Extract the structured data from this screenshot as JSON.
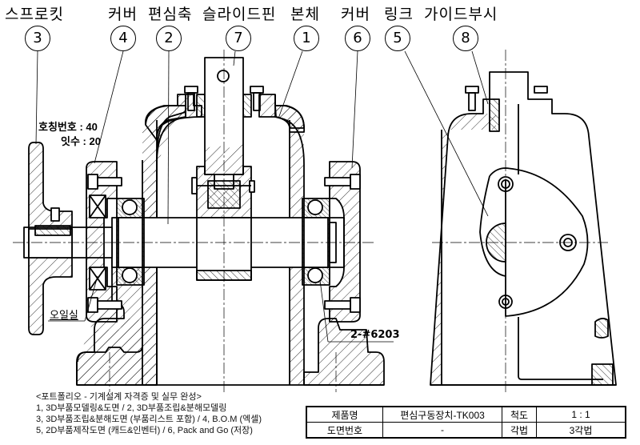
{
  "part_labels": [
    {
      "id": "sprocket",
      "label": "스프로킷",
      "balloon": "3"
    },
    {
      "id": "cover-left",
      "label": "커버",
      "balloon": "4"
    },
    {
      "id": "eccentric-shaft",
      "label": "편심축",
      "balloon": "2"
    },
    {
      "id": "slide-pin",
      "label": "슬라이드핀",
      "balloon": "7"
    },
    {
      "id": "body",
      "label": "본체",
      "balloon": "1"
    },
    {
      "id": "cover-right",
      "label": "커버",
      "balloon": "6"
    },
    {
      "id": "link",
      "label": "링크",
      "balloon": "5"
    },
    {
      "id": "guide-bush",
      "label": "가이드부시",
      "balloon": "8"
    }
  ],
  "sprocket_spec": {
    "nominal_number": "호칭번호 : 40",
    "teeth": "잇수 : 20"
  },
  "callouts": {
    "oil_seal": "오일실",
    "bearing": "2-#6203"
  },
  "notes": {
    "heading": "<포트폴리오 - 기계설계 자격증 및 실무 완성>",
    "lines": [
      "1, 3D부품모델링&도면 / 2, 3D부품조립&분해모델링",
      "3, 3D부품조립&분해도면 (부품리스트 포함) / 4, B.O.M (엑셀)",
      "5, 2D부품제작도면 (캐드&인벤터) / 6, Pack and Go (저장)"
    ]
  },
  "title_block": {
    "rows": [
      [
        "제품명",
        "편심구동장치-TK003",
        "척도",
        "1 : 1"
      ],
      [
        "도면번호",
        "-",
        "각법",
        "3각법"
      ]
    ]
  }
}
